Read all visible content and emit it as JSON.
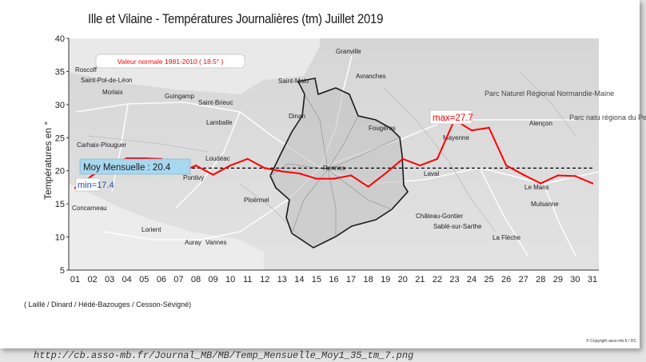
{
  "chart_data": {
    "type": "line",
    "title": "Ille et Vilaine -  Températures   Journalières (tm)   Juillet 2019",
    "ylabel": "Températures  en  °",
    "xlabel": "",
    "ylim": [
      5,
      40
    ],
    "yticks": [
      5,
      10,
      15,
      20,
      25,
      30,
      35,
      40
    ],
    "categories": [
      "01",
      "02",
      "03",
      "04",
      "05",
      "06",
      "07",
      "08",
      "09",
      "10",
      "11",
      "12",
      "13",
      "14",
      "15",
      "16",
      "17",
      "18",
      "19",
      "20",
      "21",
      "22",
      "23",
      "24",
      "25",
      "26",
      "27",
      "28",
      "29",
      "30",
      "31"
    ],
    "series": [
      {
        "values": [
          17.4,
          19.3,
          20.8,
          21.9,
          21.9,
          21.8,
          19.6,
          20.8,
          19.4,
          20.8,
          21.8,
          20.4,
          19.9,
          19.6,
          18.8,
          18.8,
          19.3,
          17.6,
          19.6,
          21.8,
          20.8,
          21.8,
          27.7,
          26.1,
          26.5,
          20.8,
          19.4,
          18.1,
          19.3,
          19.2,
          18.1
        ],
        "color": "#ff0000"
      }
    ],
    "reference_line": {
      "value": 20.4,
      "style": "dashed",
      "color": "#000000"
    },
    "grid": false,
    "annotations": {
      "normal": "Valeur normale 1981-2010 ( 18.5° )",
      "moy": "Moy Mensuelle  : 20.4",
      "min": "min=17.4",
      "max": "max=27.7"
    }
  },
  "source_note": "( Laillé / Dinard / Hédé-Bazouges / Cesson-Sévigné)",
  "copyright": "© Copyright asso-mb.fr / DC",
  "url": "http://cb.asso-mb.fr/Journal_MB/MB/Temp_Mensuelle_Moy1_35_tm_7.png",
  "map_labels": [
    "Granville",
    "Avranches",
    "Saint-Malo",
    "Roscoff",
    "Saint-Pol-de-Léon",
    "Morlaix",
    "Guingamp",
    "Saint-Brieuc",
    "Lamballe",
    "Dinan",
    "Fougères",
    "Parc Naturel Régional Normandie-Maine",
    "Alençon",
    "Parc natu régiona du Perc",
    "Carhaix-Plouguer",
    "Loudéac",
    "Pontivy",
    "Mayenne",
    "Laval",
    "Rennes",
    "Concarneau",
    "Ploërmel",
    "Lorient",
    "Auray",
    "Vannes",
    "Château-Gontier",
    "Sablé-sur-Sarthe",
    "Le Mans",
    "Mulsanne",
    "La Flèche"
  ],
  "colors": {
    "line": "#ff0000",
    "moy_box": "#a8d8f0",
    "frame": "#4d4d4d"
  }
}
